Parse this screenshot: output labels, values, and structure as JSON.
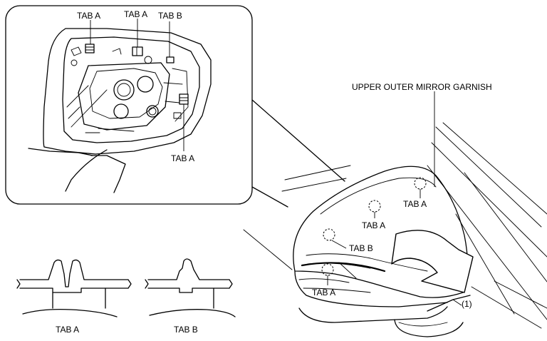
{
  "inset": {
    "labels": [
      "TAB A",
      "TAB A",
      "TAB B",
      "TAB A"
    ]
  },
  "main": {
    "garnish_label": "UPPER OUTER MIRROR GARNISH",
    "tab_labels": [
      "TAB A",
      "TAB A",
      "TAB B",
      "TAB A"
    ],
    "step_label": "(1)"
  },
  "sections": {
    "tab_a": "TAB A",
    "tab_b": "TAB B"
  }
}
